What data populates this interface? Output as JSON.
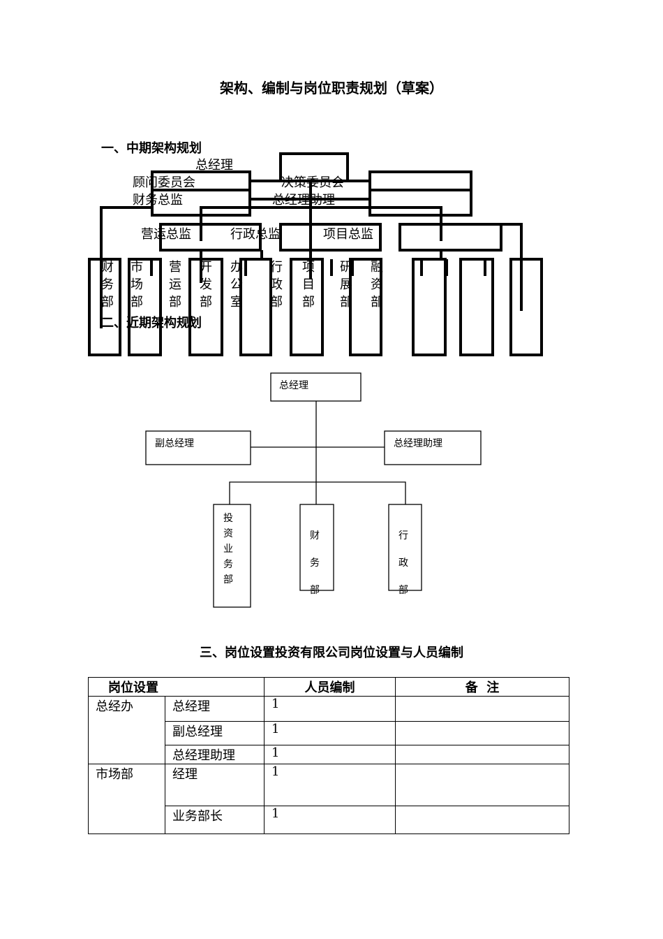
{
  "title": "架构、编制与岗位职责规划（草案）",
  "section1": {
    "heading": "一、中期架构规划",
    "top": [
      "总经理",
      "顾问委员会",
      "决策委员会",
      "财务总监",
      "总经理助理"
    ],
    "directors": [
      "营运总监",
      "行政总监",
      "项目总监"
    ],
    "departments": [
      "财务部",
      "市场部",
      "营运部",
      "开发部",
      "办公室",
      "行政部",
      "项目部",
      "研展部",
      "融资部"
    ]
  },
  "section2": {
    "heading": "二、近期架构规划",
    "gm": "总经理",
    "deputy": "副总经理",
    "assistant": "总经理助理",
    "departments": [
      "投资业务部",
      "财务部",
      "行政部"
    ]
  },
  "section3": {
    "heading": "三、岗位设置投资有限公司岗位设置与人员编制",
    "headers": [
      "岗位设置",
      "人员编制",
      "备  注"
    ],
    "groups": [
      {
        "name": "总经办",
        "rows": [
          {
            "post": "总经理",
            "count": "1",
            "note": ""
          },
          {
            "post": "副总经理",
            "count": "1",
            "note": ""
          },
          {
            "post": "总经理助理",
            "count": "1",
            "note": ""
          }
        ]
      },
      {
        "name": "市场部",
        "rows": [
          {
            "post": "经理",
            "count": "1",
            "note": ""
          },
          {
            "post": "业务部长",
            "count": "1",
            "note": ""
          }
        ]
      }
    ]
  }
}
